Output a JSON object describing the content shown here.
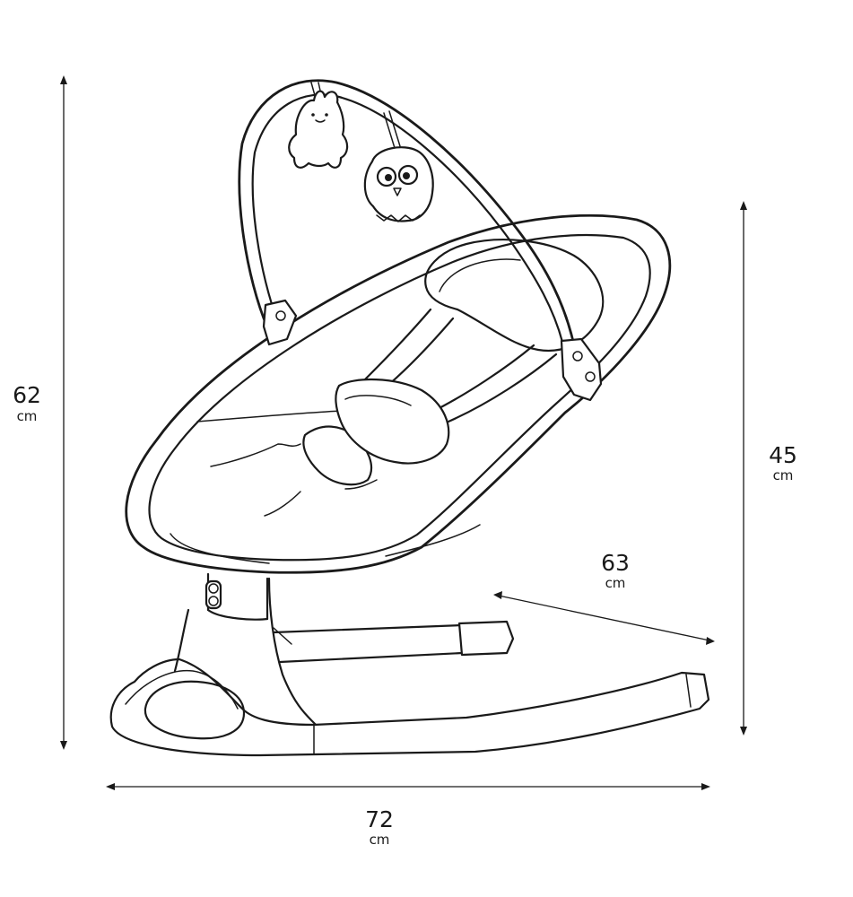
{
  "dimensions": {
    "height_total": {
      "value": "62",
      "unit": "cm"
    },
    "height_seat": {
      "value": "45",
      "unit": "cm"
    },
    "depth": {
      "value": "63",
      "unit": "cm"
    },
    "width": {
      "value": "72",
      "unit": "cm"
    }
  }
}
